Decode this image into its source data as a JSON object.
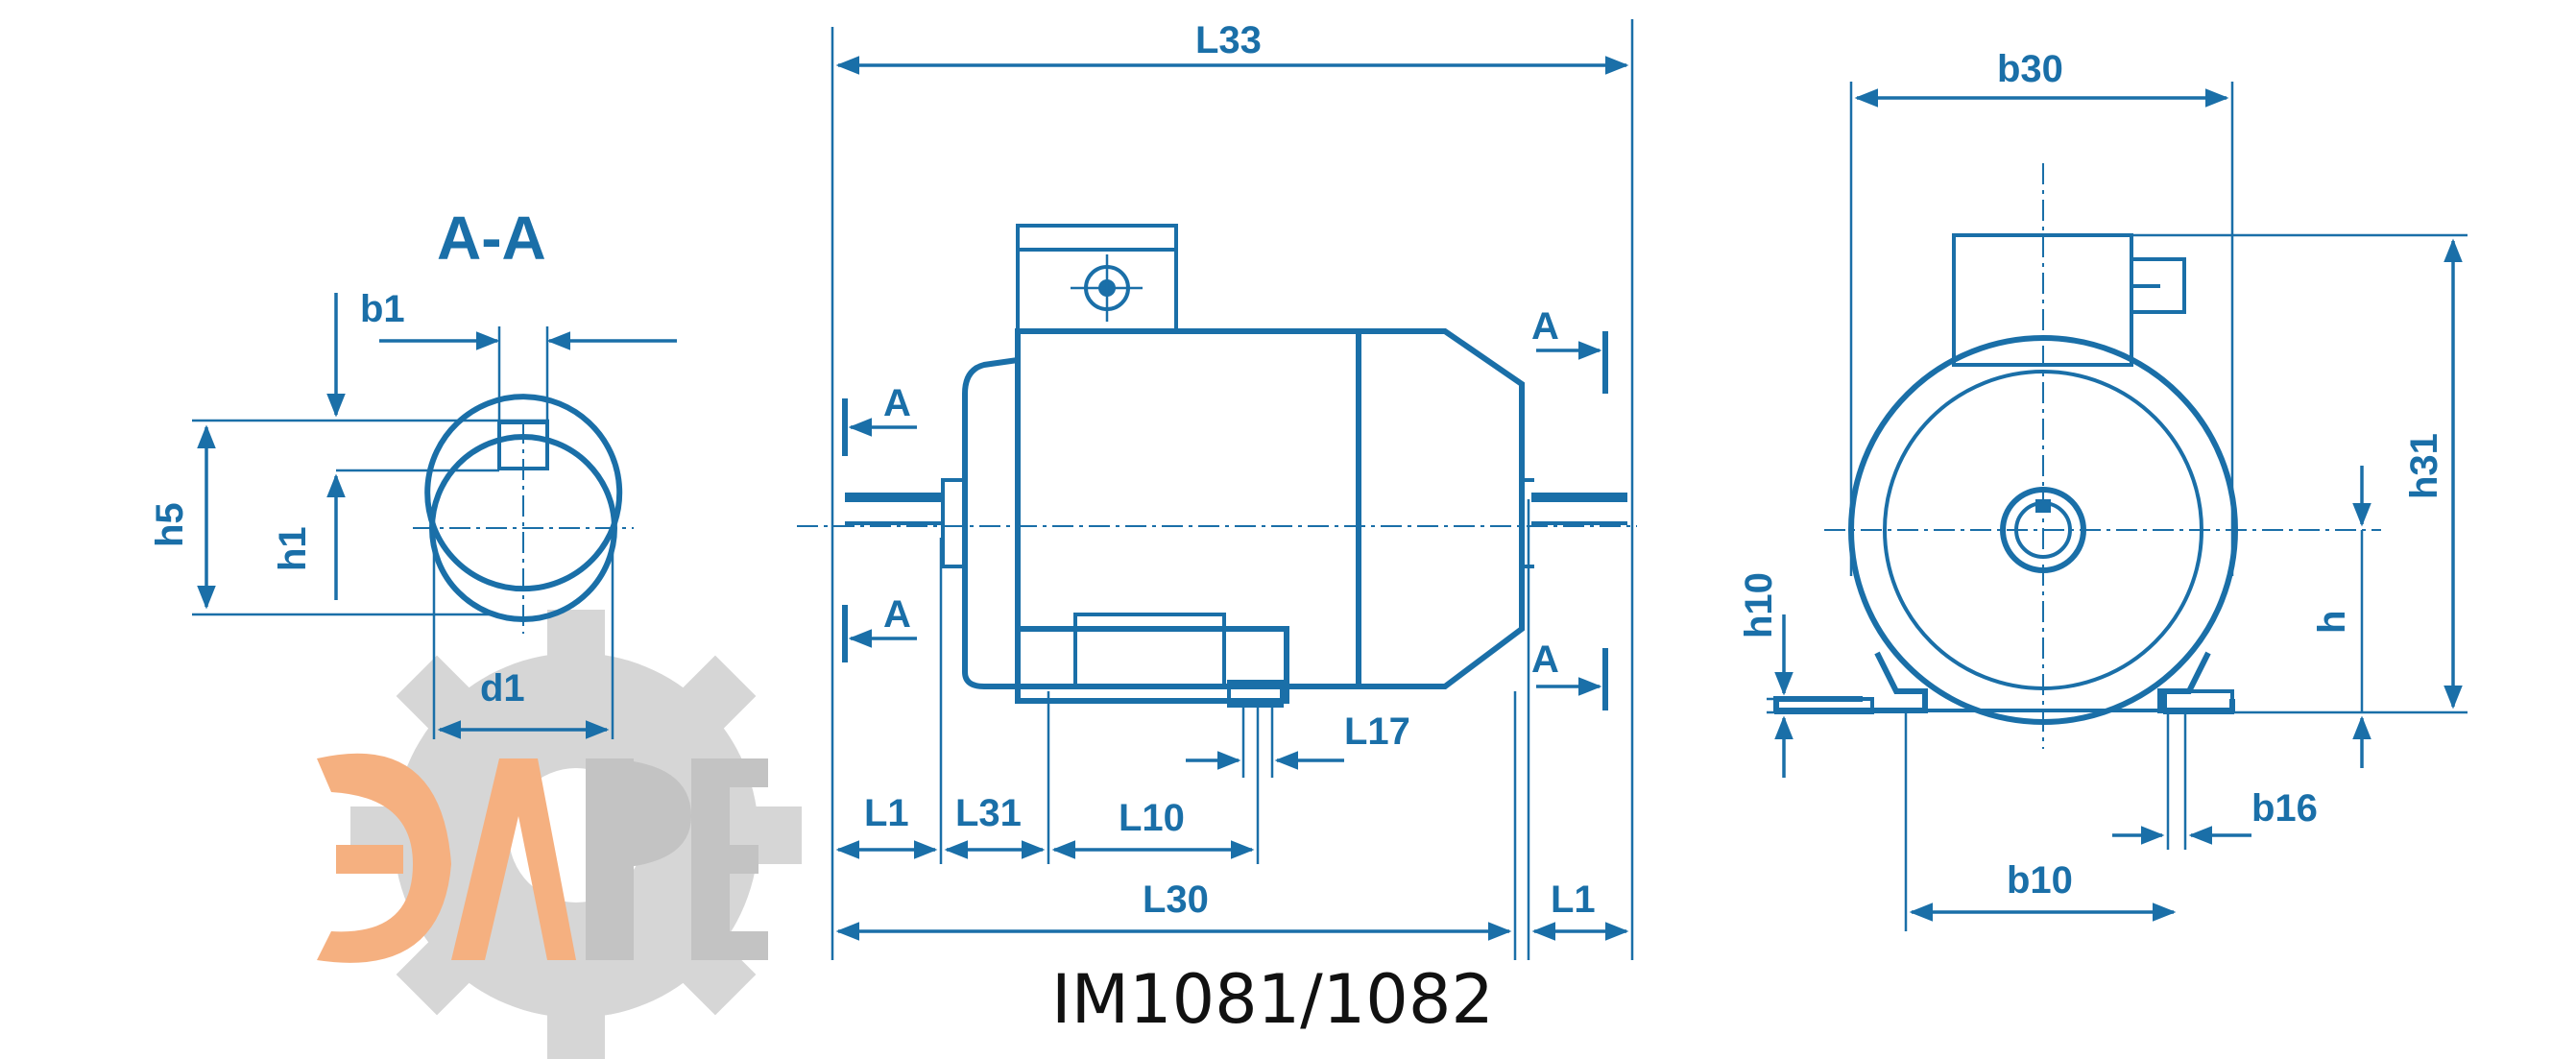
{
  "section_title": "A-A",
  "caption": "IM1081/1082",
  "section_mark": "A",
  "dimensions": {
    "b1": "b1",
    "h5": "h5",
    "h1": "h1",
    "d1": "d1",
    "L33": "L33",
    "L1": "L1",
    "L31": "L31",
    "L10": "L10",
    "L17": "L17",
    "L30": "L30",
    "b30": "b30",
    "h31": "h31",
    "h10": "h10",
    "h": "h",
    "b16": "b16",
    "b10": "b10"
  },
  "colors": {
    "line": "#1a6fa8",
    "logo_orange": "#f4a36b",
    "logo_gray": "#c9c9c9"
  },
  "logo_icon": "gear-logo-icon"
}
